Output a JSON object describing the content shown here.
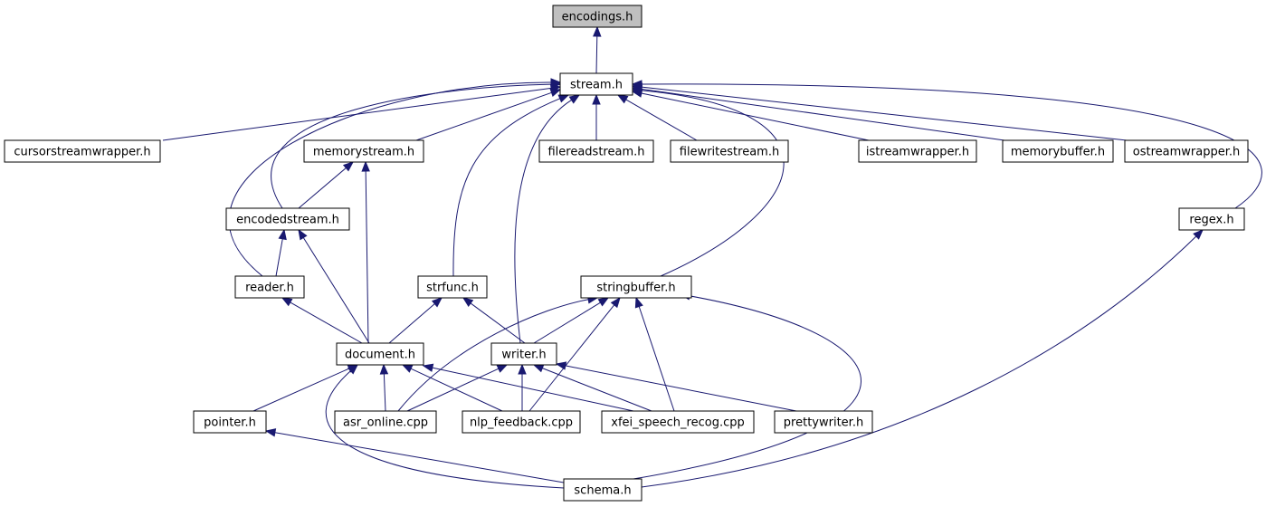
{
  "nodes": [
    {
      "id": "encodings",
      "label": "encodings.h",
      "root": true
    },
    {
      "id": "stream",
      "label": "stream.h"
    },
    {
      "id": "cursorstreamwrapper",
      "label": "cursorstreamwrapper.h"
    },
    {
      "id": "memorystream",
      "label": "memorystream.h"
    },
    {
      "id": "filereadstream",
      "label": "filereadstream.h"
    },
    {
      "id": "filewritestream",
      "label": "filewritestream.h"
    },
    {
      "id": "istreamwrapper",
      "label": "istreamwrapper.h"
    },
    {
      "id": "memorybuffer",
      "label": "memorybuffer.h"
    },
    {
      "id": "ostreamwrapper",
      "label": "ostreamwrapper.h"
    },
    {
      "id": "encodedstream",
      "label": "encodedstream.h"
    },
    {
      "id": "regex",
      "label": "regex.h"
    },
    {
      "id": "reader",
      "label": "reader.h"
    },
    {
      "id": "strfunc",
      "label": "strfunc.h"
    },
    {
      "id": "stringbuffer",
      "label": "stringbuffer.h"
    },
    {
      "id": "document",
      "label": "document.h"
    },
    {
      "id": "writer",
      "label": "writer.h"
    },
    {
      "id": "pointer",
      "label": "pointer.h"
    },
    {
      "id": "asr_online",
      "label": "asr_online.cpp"
    },
    {
      "id": "nlp_feedback",
      "label": "nlp_feedback.cpp"
    },
    {
      "id": "xfei_speech_recog",
      "label": "xfei_speech_recog.cpp"
    },
    {
      "id": "prettywriter",
      "label": "prettywriter.h"
    },
    {
      "id": "schema",
      "label": "schema.h"
    }
  ],
  "edges": [
    {
      "from": "stream",
      "to": "encodings"
    },
    {
      "from": "cursorstreamwrapper",
      "to": "stream"
    },
    {
      "from": "memorystream",
      "to": "stream"
    },
    {
      "from": "filereadstream",
      "to": "stream"
    },
    {
      "from": "filewritestream",
      "to": "stream"
    },
    {
      "from": "istreamwrapper",
      "to": "stream"
    },
    {
      "from": "memorybuffer",
      "to": "stream"
    },
    {
      "from": "ostreamwrapper",
      "to": "stream"
    },
    {
      "from": "encodedstream",
      "to": "stream"
    },
    {
      "from": "reader",
      "to": "stream"
    },
    {
      "from": "strfunc",
      "to": "stream"
    },
    {
      "from": "writer",
      "to": "stream"
    },
    {
      "from": "stringbuffer",
      "to": "stream"
    },
    {
      "from": "regex",
      "to": "stream"
    },
    {
      "from": "encodedstream",
      "to": "memorystream"
    },
    {
      "from": "document",
      "to": "memorystream"
    },
    {
      "from": "reader",
      "to": "encodedstream"
    },
    {
      "from": "document",
      "to": "encodedstream"
    },
    {
      "from": "document",
      "to": "reader"
    },
    {
      "from": "document",
      "to": "strfunc"
    },
    {
      "from": "writer",
      "to": "strfunc"
    },
    {
      "from": "writer",
      "to": "stringbuffer"
    },
    {
      "from": "asr_online",
      "to": "stringbuffer"
    },
    {
      "from": "nlp_feedback",
      "to": "stringbuffer"
    },
    {
      "from": "xfei_speech_recog",
      "to": "stringbuffer"
    },
    {
      "from": "schema",
      "to": "stringbuffer"
    },
    {
      "from": "pointer",
      "to": "document"
    },
    {
      "from": "asr_online",
      "to": "document"
    },
    {
      "from": "nlp_feedback",
      "to": "document"
    },
    {
      "from": "xfei_speech_recog",
      "to": "document"
    },
    {
      "from": "schema",
      "to": "document"
    },
    {
      "from": "asr_online",
      "to": "writer"
    },
    {
      "from": "nlp_feedback",
      "to": "writer"
    },
    {
      "from": "xfei_speech_recog",
      "to": "writer"
    },
    {
      "from": "prettywriter",
      "to": "writer"
    },
    {
      "from": "schema",
      "to": "pointer"
    },
    {
      "from": "schema",
      "to": "regex"
    }
  ]
}
